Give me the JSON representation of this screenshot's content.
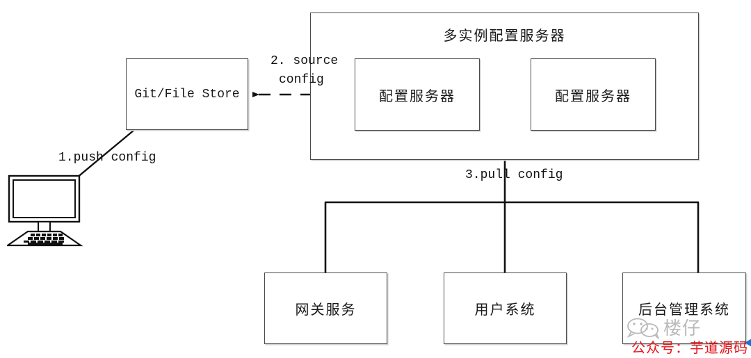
{
  "diagram": {
    "title_internal": "multi-instance config server architecture",
    "container": {
      "title": "多实例配置服务器"
    },
    "nodes": {
      "git_store": "Git/File Store",
      "config_server_1": "配置服务器",
      "config_server_2": "配置服务器",
      "gateway": "网关服务",
      "user_system": "用户系统",
      "admin_system": "后台管理系统"
    },
    "edge_labels": {
      "push": "1.push config",
      "source_line1": "2. source",
      "source_line2": "config",
      "pull": "3.pull config"
    },
    "icons": {
      "computer": "desktop-computer-icon",
      "chat": "wechat-bubbles-icon",
      "arrow": "left-pointer-icon"
    }
  },
  "watermark": {
    "brand": "楼仔",
    "account": "公众号：芋道源码"
  },
  "colors": {
    "box_border": "#4a4a4a",
    "box_shadow": "#cfcfcf",
    "line": "#111111",
    "text": "#1a1a1a",
    "watermark_brand": "#b9b9b9",
    "watermark_account": "#e8161d",
    "background": "#ffffff"
  }
}
